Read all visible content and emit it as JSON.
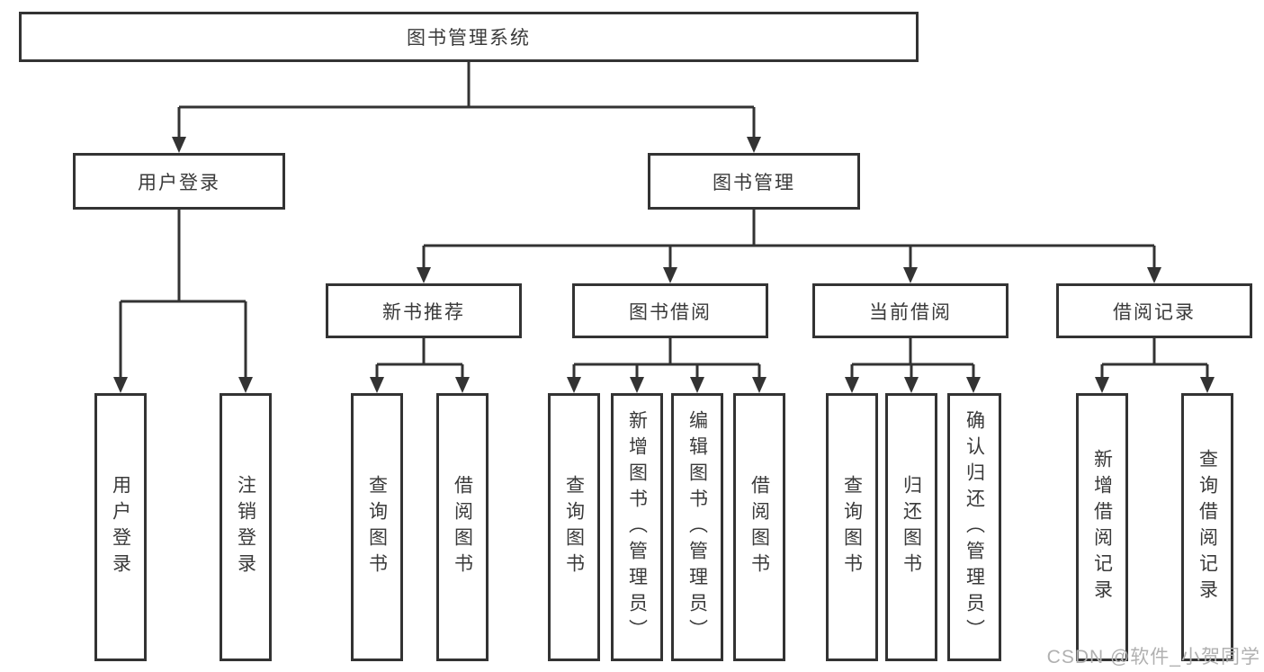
{
  "colors": {
    "line": "#333333",
    "text": "#3a3a3a",
    "watermark": "#b0b0b0",
    "background": "#ffffff"
  },
  "watermark": "CSDN @软件_小贺同学",
  "tree": {
    "root": "图书管理系统",
    "branches": [
      {
        "label": "用户登录",
        "children": [
          "用户登录",
          "注销登录"
        ]
      },
      {
        "label": "图书管理",
        "children": [
          {
            "label": "新书推荐",
            "children": [
              "查询图书",
              "借阅图书"
            ]
          },
          {
            "label": "图书借阅",
            "children": [
              "查询图书",
              "新增图书（管理员）",
              "编辑图书（管理员）",
              "借阅图书"
            ]
          },
          {
            "label": "当前借阅",
            "children": [
              "查询图书",
              "归还图书",
              "确认归还（管理员）"
            ]
          },
          {
            "label": "借阅记录",
            "children": [
              "新增借阅记录",
              "查询借阅记录"
            ]
          }
        ]
      }
    ]
  }
}
